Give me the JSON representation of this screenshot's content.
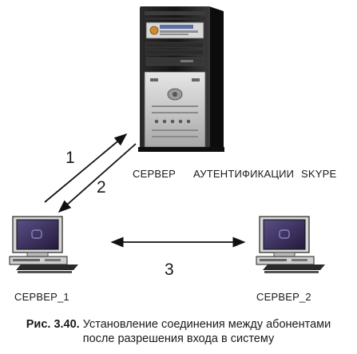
{
  "diagram": {
    "server_label": "СЕРВЕР",
    "auth_label": "АУТЕНТИФИКАЦИИ",
    "skype_label": "SKYPE",
    "client1_label": "СЕРВЕР_1",
    "client2_label": "СЕРВЕР_2",
    "arrow1_label": "1",
    "arrow2_label": "2",
    "arrow3_label": "3"
  },
  "caption": {
    "figure_ref": "Рис. 3.40.",
    "line1": "Установление соединения между абонентами",
    "line2": "после разрешения входа в систему"
  },
  "colors": {
    "tower_body": "#1e1e1e",
    "tower_panel": "#c9c9c9",
    "screen_border": "#222222",
    "screen_fill": "#3a2a5a",
    "arrow": "#111111"
  }
}
